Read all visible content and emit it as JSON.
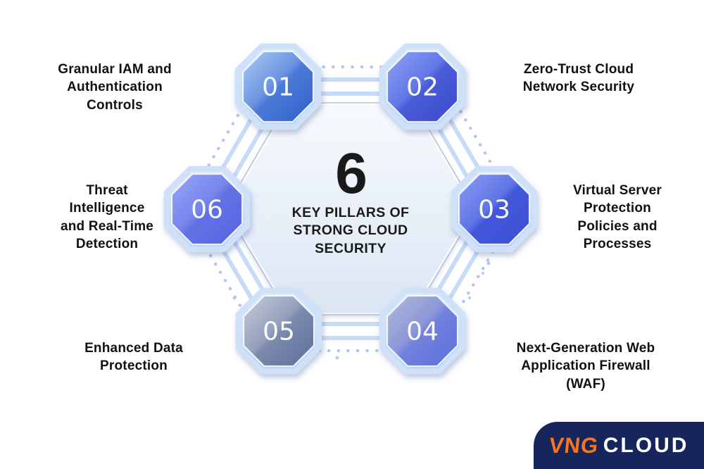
{
  "center": {
    "number": "6",
    "heading": "KEY PILLARS OF\nSTRONG CLOUD\nSECURITY",
    "text_color": "#1a1a1a"
  },
  "pillars": [
    {
      "number": "01",
      "label": "Granular IAM and\nAuthentication\nControls",
      "position": "top-left",
      "color_top": "#aacdf3",
      "color_bottom": "#2f5fc8"
    },
    {
      "number": "02",
      "label": "Zero-Trust Cloud\nNetwork Security",
      "position": "top-right",
      "color_top": "#8da2f4",
      "color_bottom": "#3a49cc"
    },
    {
      "number": "03",
      "label": "Virtual Server\nProtection\nPolicies and\nProcesses",
      "position": "right",
      "color_top": "#8a9cf2",
      "color_bottom": "#3c50d4"
    },
    {
      "number": "04",
      "label": "Next-Generation Web\nApplication Firewall\n(WAF)",
      "position": "bottom-right",
      "color_top": "#b3bbd6",
      "color_bottom": "#5b6fdc"
    },
    {
      "number": "05",
      "label": "Enhanced Data\nProtection",
      "position": "bottom-left",
      "color_top": "#c6cbd8",
      "color_bottom": "#5a6d9d"
    },
    {
      "number": "06",
      "label": "Threat\nIntelligence\nand Real-Time\nDetection",
      "position": "left",
      "color_top": "#98a6f4",
      "color_bottom": "#5464de"
    }
  ],
  "diagram_colors": {
    "badge_border": "#cfe1f8",
    "badge_number_text": "#ffffff",
    "connector_band": "#c7daf7",
    "connector_band_core": "#ffffff",
    "dotted_line": "#b5c3f2",
    "hexagon_fill_top": "#f7fafd",
    "hexagon_fill_bottom": "#dde7f4",
    "label_text": "#111111"
  },
  "logo": {
    "brand": "VNG",
    "product": "CLOUD",
    "brand_color": "#f4761f",
    "product_color": "#ffffff",
    "background": "#16265c"
  }
}
